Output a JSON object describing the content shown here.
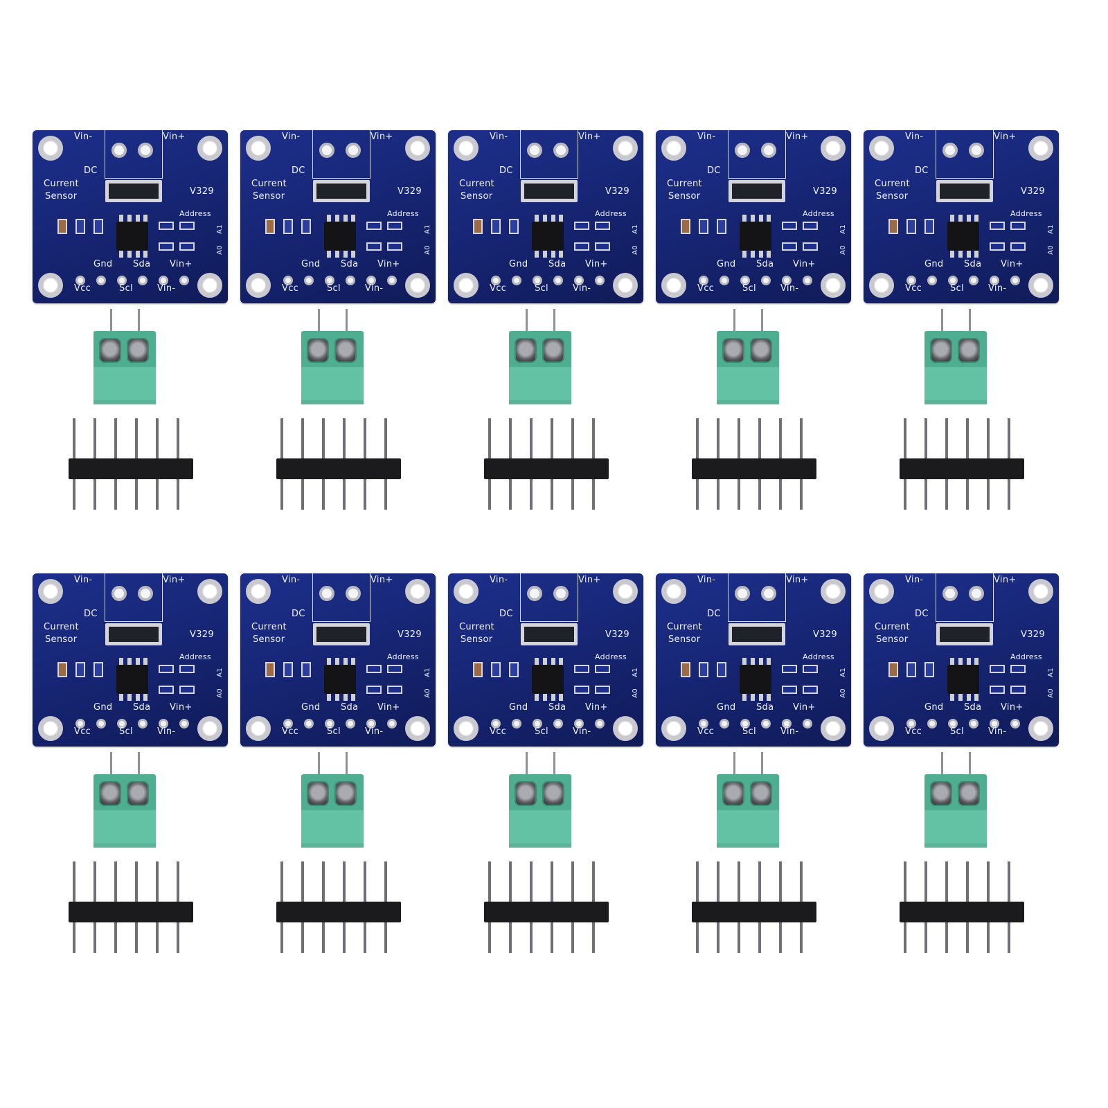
{
  "image": {
    "kit_count": 10,
    "grid": {
      "rows": 2,
      "cols": 5
    },
    "pcb_color": "#15236e",
    "terminal_color": "#5bbd9e",
    "header_color": "#1b1b1d"
  },
  "board": {
    "vin_minus": "Vin-",
    "vin_plus": "Vin+",
    "dc": "DC",
    "current": "Current",
    "sensor": "Sensor",
    "v329": "V329",
    "address": "Address",
    "a0": "A0",
    "a1": "A1",
    "gnd": "Gnd",
    "sda": "Sda",
    "vin_plus_bottom": "Vin+",
    "vcc": "Vcc",
    "scl": "Scl",
    "vin_minus_bottom": "Vin-"
  }
}
